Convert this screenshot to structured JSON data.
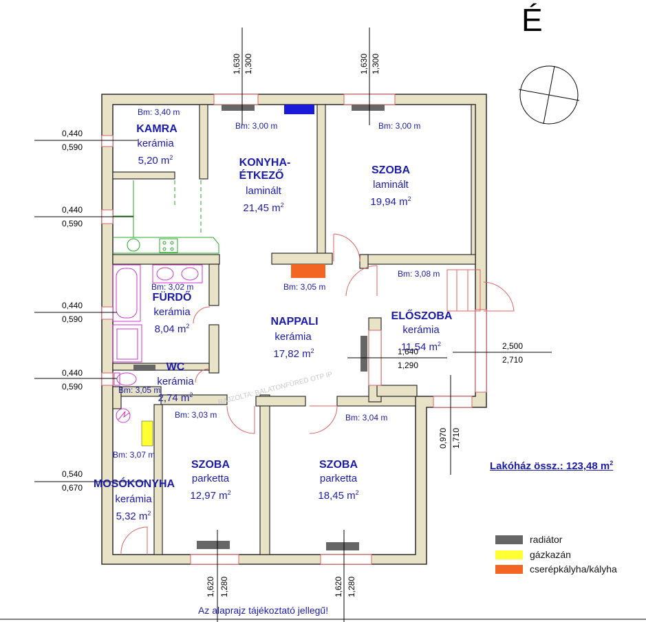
{
  "north_label": "É",
  "total": {
    "label": "Lakóház össz.: 123,48 m",
    "sup": "2"
  },
  "footer_note": "Az alaprajz tájékoztató jellegű!",
  "watermark": "RAJZOLTA: BALATONFÜRED OTP IP",
  "rooms": {
    "kamra": {
      "name": "KAMRA",
      "floor": "kerámia",
      "area": "5,20 m",
      "ceiling": "Bm: 3,40 m"
    },
    "konyha": {
      "name1": "KONYHA-",
      "name2": "ÉTKEZŐ",
      "floor": "laminált",
      "area": "21,45 m",
      "ceiling": "Bm: 3,00 m"
    },
    "szoba1": {
      "name": "SZOBA",
      "floor": "laminált",
      "area": "19,94 m",
      "ceiling": "Bm: 3,00 m"
    },
    "furdo": {
      "name": "FÜRDŐ",
      "floor": "kerámia",
      "area": "8,04 m",
      "ceiling": "Bm: 3,02 m"
    },
    "nappali": {
      "name": "NAPPALI",
      "floor": "kerámia",
      "area": "17,82 m",
      "ceiling": "Bm: 3,05 m"
    },
    "eloszoba": {
      "name": "ELŐSZOBA",
      "floor": "kerámia",
      "area": "11,54 m",
      "ceiling": "Bm: 3,08 m"
    },
    "wc": {
      "name": "WC",
      "floor": "kerámia",
      "area": "2,74 m",
      "ceiling": "Bm: 3,05 m"
    },
    "mosokonyha": {
      "name": "MOSÓKONYHA",
      "floor": "kerámia",
      "area": "5,32 m",
      "ceiling": "Bm: 3,07 m"
    },
    "szoba2": {
      "name": "SZOBA",
      "floor": "parketta",
      "area": "12,97 m",
      "ceiling": "Bm: 3,03 m"
    },
    "szoba3": {
      "name": "SZOBA",
      "floor": "parketta",
      "area": "18,45 m",
      "ceiling": "Bm: 3,04 m"
    }
  },
  "sup2": "2",
  "dimensions": {
    "top_left": [
      "1,630",
      "1,300"
    ],
    "top_right": [
      "1,630",
      "1,300"
    ],
    "left1": [
      "0,440",
      "0,590"
    ],
    "left2": [
      "0,440",
      "0,590"
    ],
    "left3": [
      "0,440",
      "0,590"
    ],
    "left4": [
      "0,440",
      "0,590"
    ],
    "left5": [
      "0,540",
      "0,670"
    ],
    "center": [
      "1,640",
      "1,290"
    ],
    "right": [
      "2,500",
      "2,710"
    ],
    "right_vertical": [
      "0,970",
      "1,710"
    ],
    "bottom_left": [
      "1,620",
      "1,280"
    ],
    "bottom_right": [
      "1,620",
      "1,280"
    ]
  },
  "legend": [
    {
      "label": "radiátor",
      "color": "#666666"
    },
    {
      "label": "gázkazán",
      "color": "#ffff33"
    },
    {
      "label": "cserépkályha/kályha",
      "color": "#f26522"
    }
  ],
  "colors": {
    "wall_fill": "#e8e2c6",
    "wall_stroke": "#2b2b2b",
    "text_blue": "#1a1aa8",
    "window": "#e06060",
    "fixture": "#cc33cc",
    "kitchen": "#22aa22",
    "boiler": "#ffff33",
    "stove": "#f26522",
    "stove_blue": "#1a1ad8"
  }
}
